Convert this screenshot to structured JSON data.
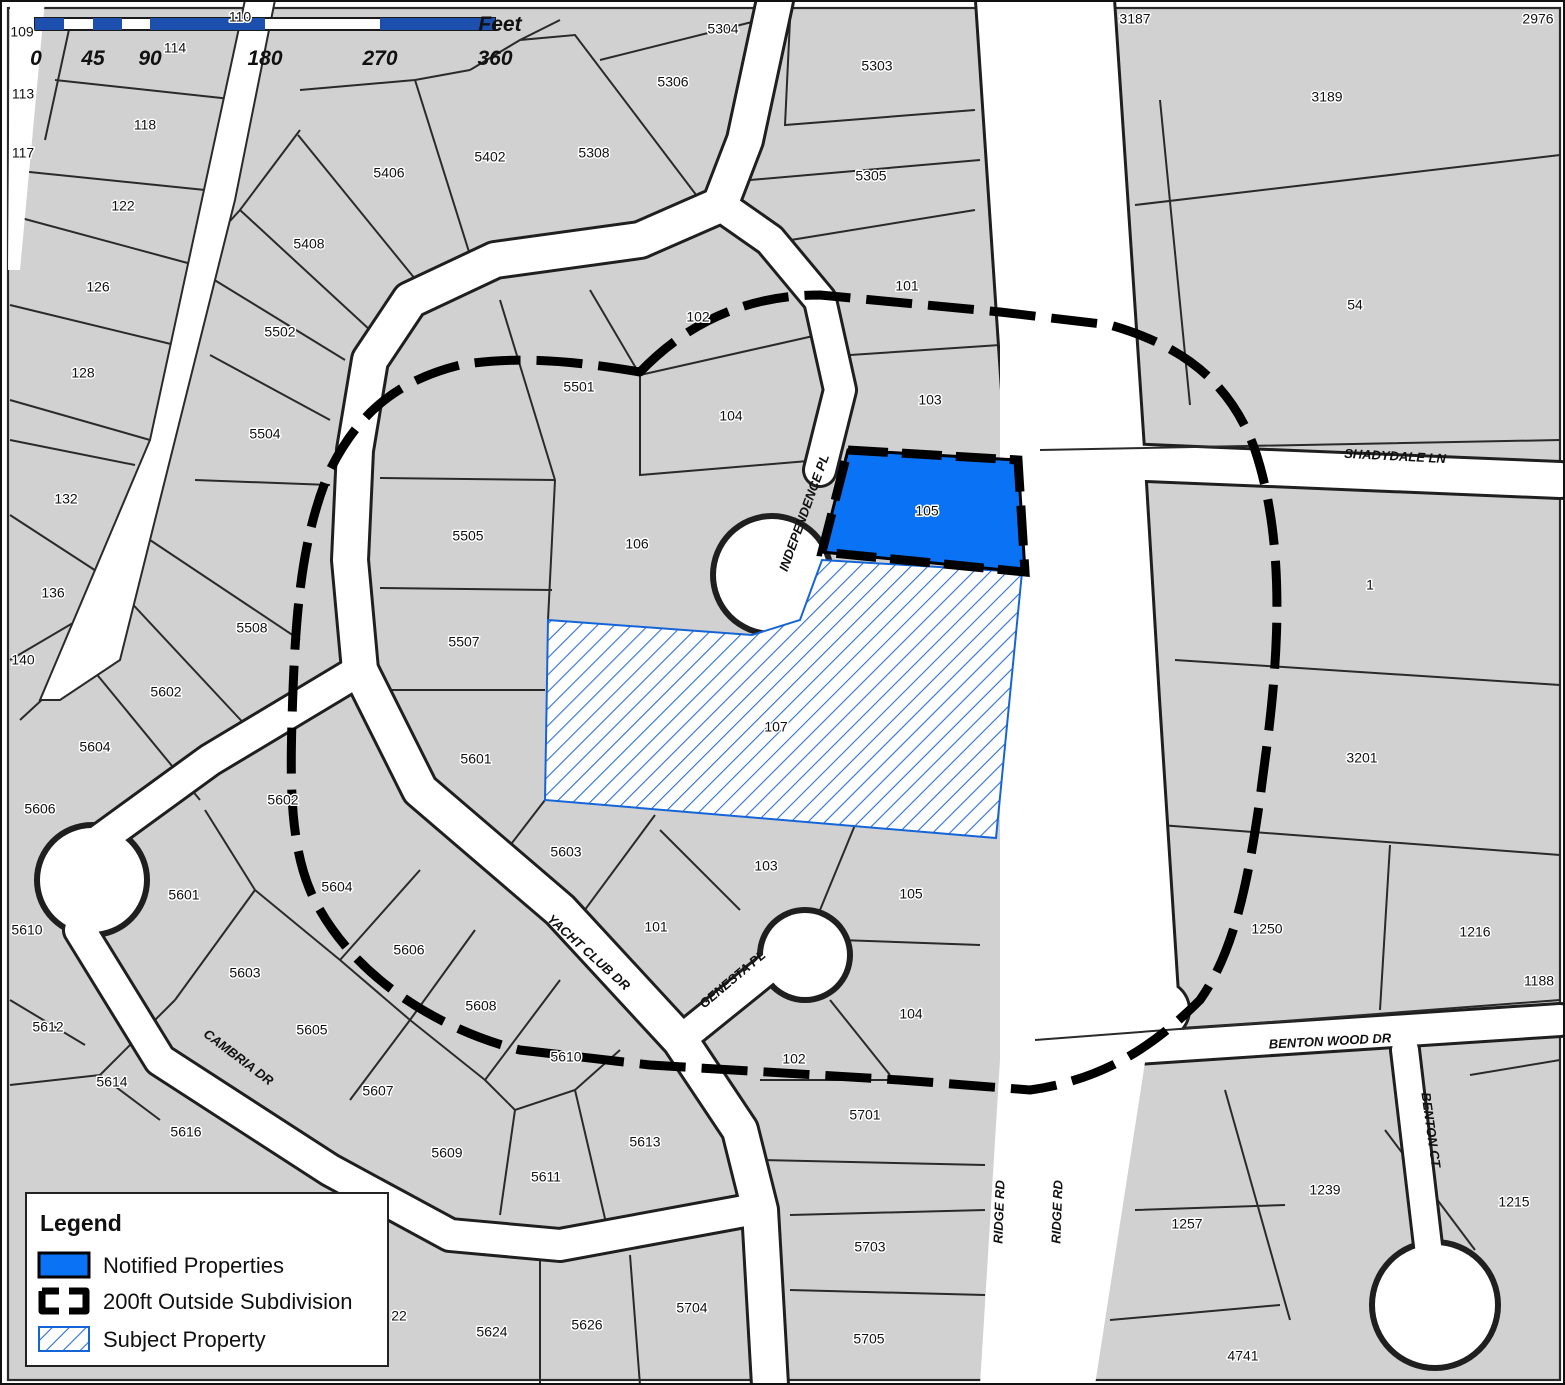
{
  "scale_bar": {
    "unit": "Feet",
    "ticks": [
      "0",
      "45",
      "90",
      "180",
      "270",
      "360"
    ]
  },
  "colors": {
    "parcel": "#d1d1d1",
    "road": "#ffffff",
    "notified": "#0a72f5",
    "hatch": "#2f6fd8",
    "outline": "#000000"
  },
  "legend": {
    "title": "Legend",
    "items": [
      {
        "label": "Notified Properties",
        "swatch": "notified-properties-swatch"
      },
      {
        "label": "200ft Outside Subdivision",
        "swatch": "buffer-outline-swatch"
      },
      {
        "label": "Subject Property",
        "swatch": "hatched-swatch"
      }
    ]
  },
  "streets": {
    "shadydale": "SHADYDALE LN",
    "independence": "INDEPENDENCE PL",
    "yacht_club": "YACHT CLUB DR",
    "genesta": "GENESTA PL",
    "cambria": "CAMBRIA DR",
    "benton_wood": "BENTON WOOD DR",
    "benton_ct": "BENTON CT",
    "ridge_west": "RIDGE RD",
    "ridge_east": "RIDGE RD"
  },
  "parcels": {
    "p109": "109",
    "p110": "110",
    "p114": "114",
    "p113": "113",
    "p117": "117",
    "p118": "118",
    "p122": "122",
    "p126": "126",
    "p128": "128",
    "p132": "132",
    "p136": "136",
    "p140": "140",
    "p5304": "5304",
    "p5306": "5306",
    "p5303": "5303",
    "p5308": "5308",
    "p5402": "5402",
    "p5406": "5406",
    "p5305": "5305",
    "p5408": "5408",
    "p5502": "5502",
    "p5504": "5504",
    "p5501": "5501",
    "p102a": "102",
    "p101a": "101",
    "p103a": "103",
    "p104a": "104",
    "p105": "105",
    "p106": "106",
    "p5505": "5505",
    "p5507": "5507",
    "p5508": "5508",
    "p5602a": "5602",
    "p5604a": "5604",
    "p5606a": "5606",
    "p5601a": "5601",
    "p107": "107",
    "p5602b": "5602",
    "p5603a": "5603",
    "p103b": "103",
    "p105b": "105",
    "p101b": "101",
    "p5601b": "5601",
    "p5604b": "5604",
    "p5606b": "5606",
    "p5608": "5608",
    "p5603b": "5603",
    "p5605": "5605",
    "p5610a": "5610",
    "p5612": "5612",
    "p5614": "5614",
    "p5616": "5616",
    "p5607": "5607",
    "p5610b": "5610",
    "p102b": "102",
    "p104b": "104",
    "p5609": "5609",
    "p5611": "5611",
    "p5613": "5613",
    "p5701": "5701",
    "p5703": "5703",
    "p5704": "5704",
    "p5705": "5705",
    "p5624": "5624",
    "p5626": "5626",
    "p5622": "22",
    "p3187": "3187",
    "p2976": "2976",
    "p3189": "3189",
    "p54": "54",
    "p1": "1",
    "p3201": "3201",
    "p1250": "1250",
    "p1216": "1216",
    "p1188": "1188",
    "p1257": "1257",
    "p1239": "1239",
    "p1215": "1215",
    "p4741": "4741"
  }
}
